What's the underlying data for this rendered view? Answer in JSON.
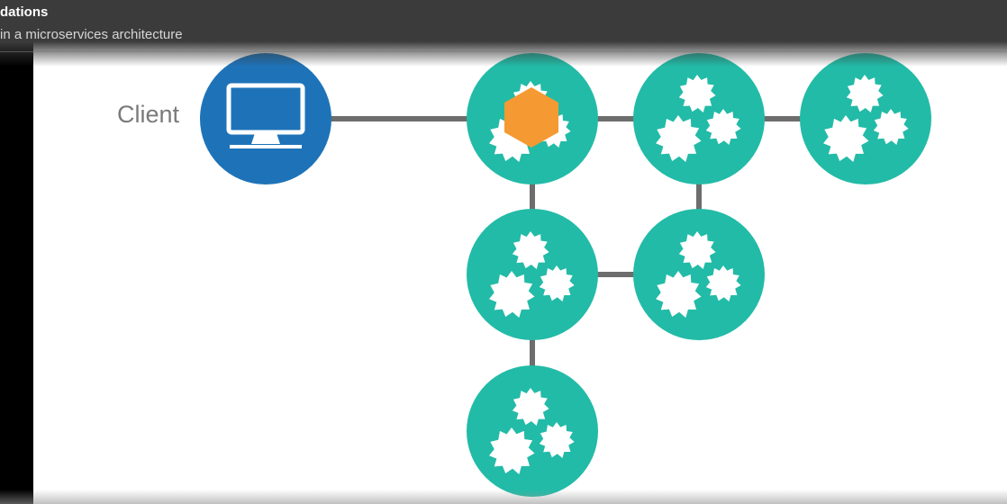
{
  "header": {
    "title": "dations",
    "subtitle": "in a microservices architecture"
  },
  "diagram": {
    "client_label": "Client",
    "colors": {
      "client": "#1e73b8",
      "service": "#22bba7",
      "connector": "#6d6d6d",
      "highlight": "#f59a32",
      "gear": "#ffffff"
    },
    "nodes": [
      {
        "id": "client",
        "kind": "client",
        "icon": "monitor-icon"
      },
      {
        "id": "svc-1",
        "kind": "service",
        "icon": "gears-icon",
        "highlighted": true,
        "highlight_icon": "hexagon-icon"
      },
      {
        "id": "svc-2",
        "kind": "service",
        "icon": "gears-icon"
      },
      {
        "id": "svc-3",
        "kind": "service",
        "icon": "gears-icon"
      },
      {
        "id": "svc-4",
        "kind": "service",
        "icon": "gears-icon"
      },
      {
        "id": "svc-5",
        "kind": "service",
        "icon": "gears-icon"
      },
      {
        "id": "svc-6",
        "kind": "service",
        "icon": "gears-icon"
      }
    ],
    "edges": [
      [
        "client",
        "svc-1"
      ],
      [
        "svc-1",
        "svc-2"
      ],
      [
        "svc-2",
        "svc-3"
      ],
      [
        "svc-1",
        "svc-4"
      ],
      [
        "svc-2",
        "svc-5"
      ],
      [
        "svc-4",
        "svc-5"
      ],
      [
        "svc-4",
        "svc-6"
      ]
    ]
  }
}
